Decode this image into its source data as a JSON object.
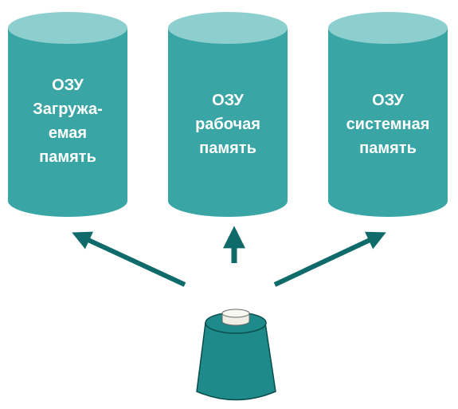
{
  "colors": {
    "cylinder_body": "#3aa5a5",
    "cylinder_top": "#8dcfce",
    "arrow": "#0f6a6a",
    "spool_body": "#1f8a8a",
    "spool_cap": "#efefe6",
    "label_text": "#ffffff"
  },
  "icons": [
    "cylinder-icon",
    "spool-icon",
    "arrow-icon"
  ],
  "cylinders": [
    {
      "lines": [
        "ОЗУ",
        "Загружа-",
        "емая",
        "память"
      ]
    },
    {
      "lines": [
        "ОЗУ",
        "рабочая",
        "память"
      ]
    },
    {
      "lines": [
        "ОЗУ",
        "системная",
        "память"
      ]
    }
  ]
}
